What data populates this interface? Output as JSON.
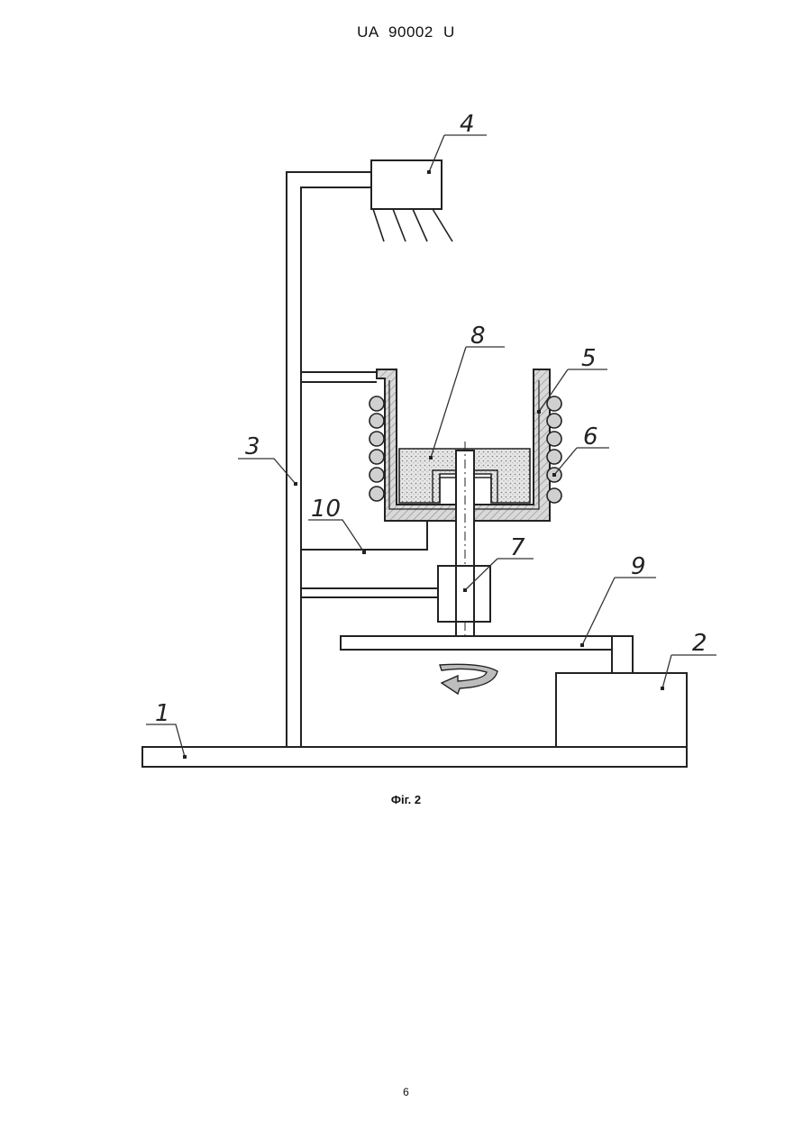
{
  "header": {
    "doc_id": "UA   90002   U"
  },
  "figure": {
    "caption": "Фіг. 2",
    "labels": {
      "l1": "1",
      "l2": "2",
      "l3": "3",
      "l4": "4",
      "l5": "5",
      "l6": "6",
      "l7": "7",
      "l8": "8",
      "l9": "9",
      "l10": "10"
    }
  },
  "footer": {
    "page_number": "6"
  }
}
